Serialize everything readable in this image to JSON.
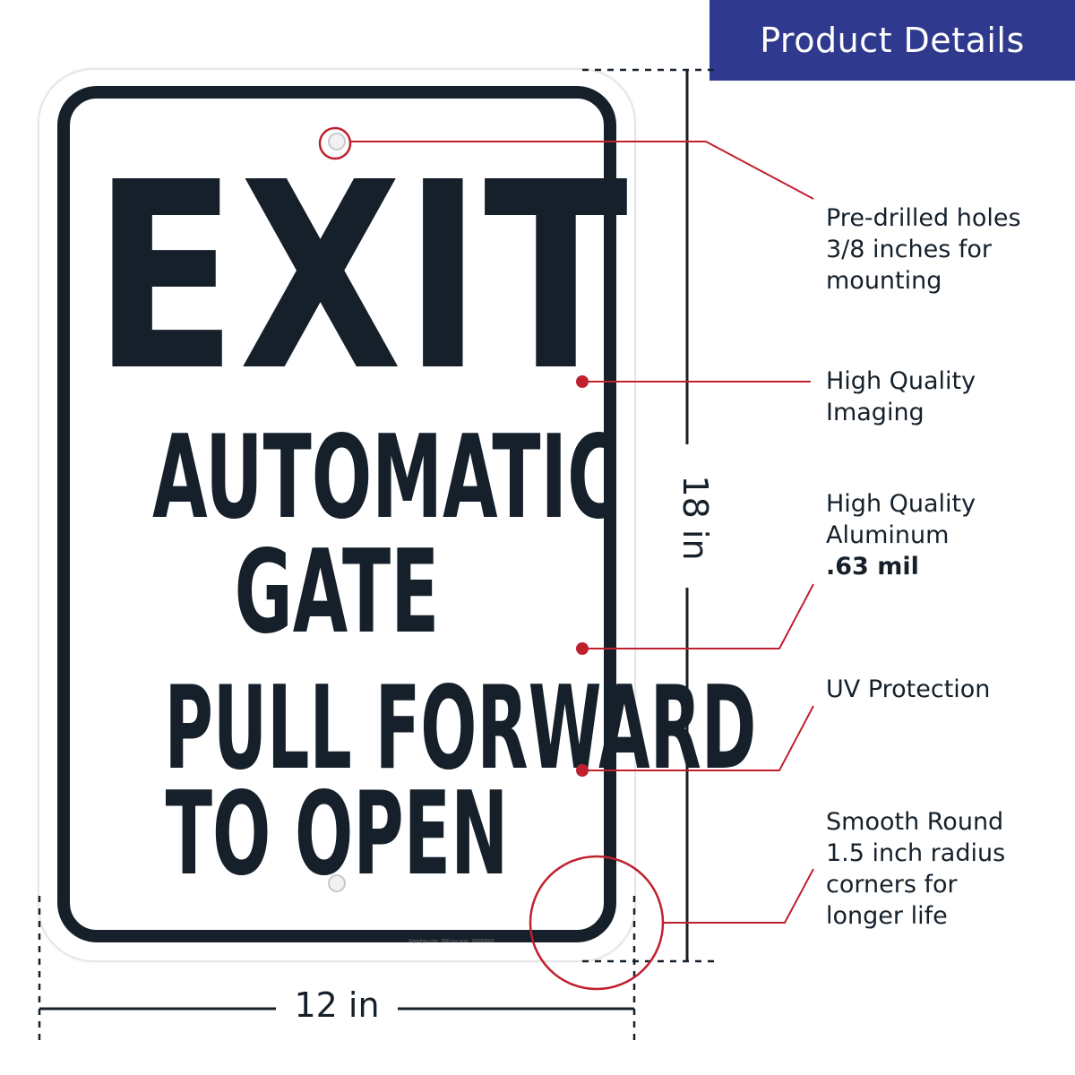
{
  "banner": {
    "title": "Product Details"
  },
  "sign": {
    "line1": "EXIT",
    "line2": "AUTOMATIC",
    "line3": "GATE",
    "line4": "PULL FORWARD",
    "line5": "TO OPEN",
    "fineprint": "SignsIgns.com · 800-xxx-xxxx · 000000000"
  },
  "dimensions": {
    "width": "12 in",
    "height": "18 in"
  },
  "callouts": {
    "holes": {
      "line1": "Pre-drilled holes",
      "line2": "3/8 inches for",
      "line3": "mounting"
    },
    "imaging": {
      "line1": "High Quality",
      "line2": "Imaging"
    },
    "aluminum": {
      "line1": "High Quality",
      "line2": "Aluminum",
      "line3": ".63 mil"
    },
    "uv": {
      "line1": "UV Protection"
    },
    "corners": {
      "line1": "Smooth Round",
      "line2": "1.5 inch radius",
      "line3": "corners for",
      "line4": "longer life"
    }
  },
  "colors": {
    "banner": "#2f3a8f",
    "callout_line": "#c0202e",
    "sign_text": "#15202b"
  }
}
